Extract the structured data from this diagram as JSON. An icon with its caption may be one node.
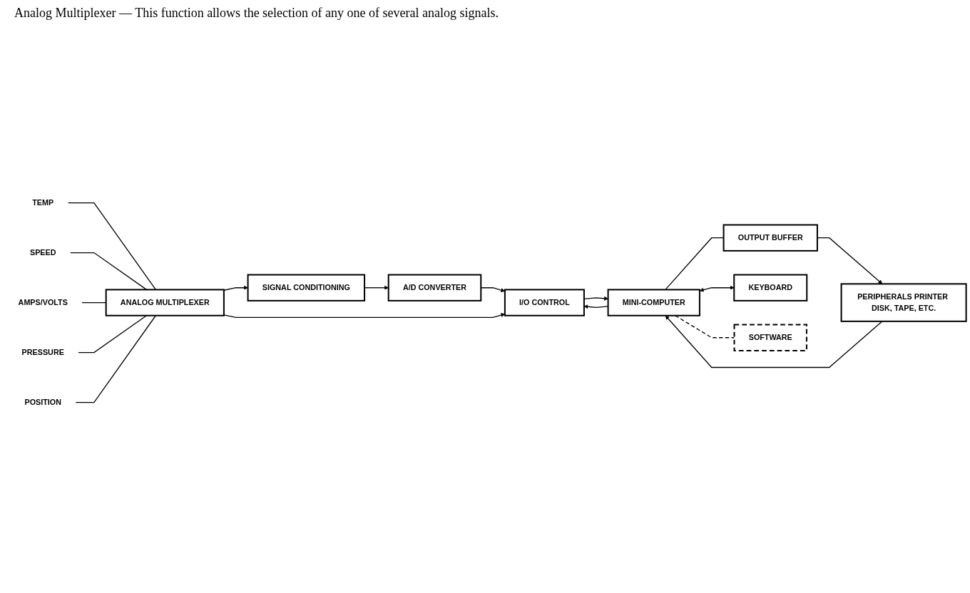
{
  "diagram": {
    "nodes": [
      {
        "text": [
          "TEMP"
        ]
      },
      {
        "text": [
          "SPEED"
        ]
      },
      {
        "text": [
          "AMPS/VOLTS"
        ]
      },
      {
        "text": [
          "PRESSURE"
        ]
      },
      {
        "text": [
          "POSITION"
        ]
      },
      {
        "text": [
          "ANALOG MULTIPLEXER"
        ]
      },
      {
        "text": [
          "SIGNAL CONDITIONING"
        ]
      },
      {
        "text": [
          "A/D CONVERTER"
        ]
      },
      {
        "text": [
          "I/O CONTROL"
        ]
      },
      {
        "text": [
          "MINI-COMPUTER"
        ]
      },
      {
        "text": [
          "OUTPUT BUFFER"
        ]
      },
      {
        "text": [
          "PERIPHERALS PRINTER DISK, TAPE, ETC."
        ]
      },
      {
        "text": [
          "KEYBOARD"
        ]
      },
      {
        "text": [
          "SOFTWARE"
        ]
      }
    ],
    "edges": [
      {
        "from": 0,
        "to": 5,
        "arrow": "none"
      },
      {
        "from": 1,
        "to": 5,
        "arrow": "none"
      },
      {
        "from": 2,
        "to": 5,
        "arrow": "none"
      },
      {
        "from": 3,
        "to": 5,
        "arrow": "none"
      },
      {
        "from": 4,
        "to": 5,
        "arrow": "none"
      },
      {
        "from": 5,
        "to": 6,
        "arrow": "to"
      },
      {
        "from": 6,
        "to": 7,
        "arrow": "to"
      },
      {
        "from": 7,
        "to": 8,
        "arrow": "to"
      },
      {
        "from": 8,
        "to": 9,
        "arrow": "to"
      },
      {
        "from": 5,
        "to": 8,
        "arrow": "to"
      },
      {
        "from": 9,
        "to": 8,
        "arrow": "to"
      },
      {
        "from": 9,
        "to": 10,
        "arrow": "none"
      },
      {
        "from": 10,
        "to": 11,
        "arrow": "to"
      },
      {
        "from": 11,
        "to": 9,
        "arrow": "to"
      },
      {
        "from": 9,
        "to": 12,
        "arrow": "both"
      },
      {
        "from": 9,
        "to": 13,
        "arrow": "none",
        "style": "dashed"
      }
    ],
    "labels": [
      "Analog Multiplexer — This function allows the selection of any one of several analog signals."
    ]
  }
}
